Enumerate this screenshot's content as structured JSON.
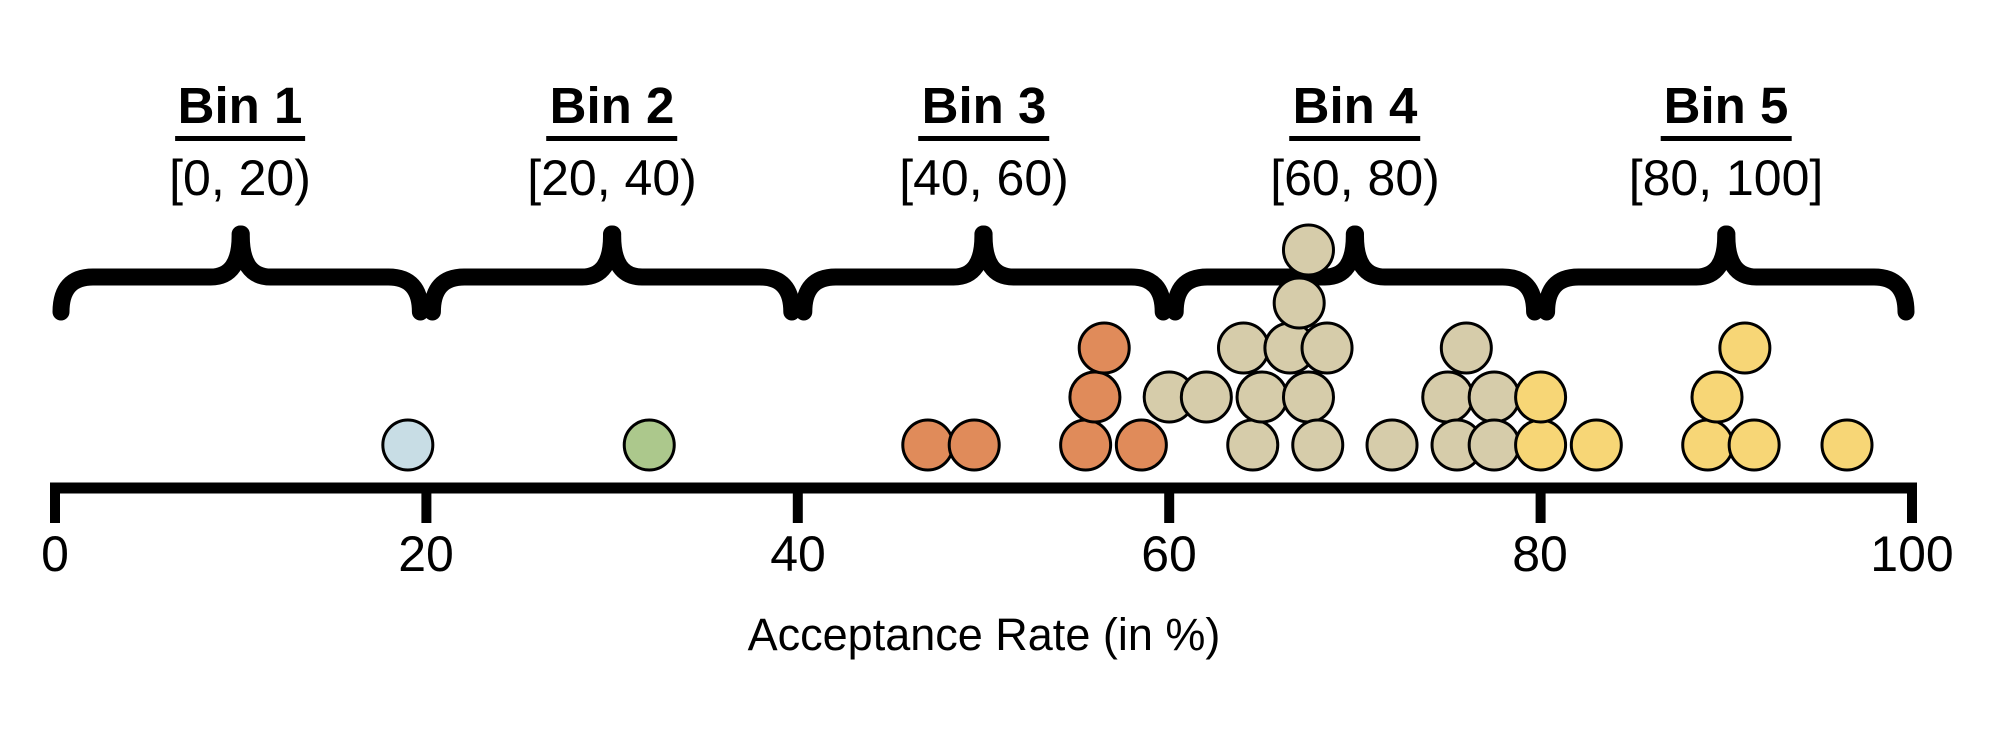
{
  "chart_data": {
    "type": "scatter",
    "variant": "stacked-dot-strip-plot",
    "title": "",
    "xlabel": "Acceptance Rate (in %)",
    "background_color": "#ffffff",
    "axis_color": "#000000",
    "dot_outline_color": "#000000",
    "x_axis": {
      "min": 0,
      "max": 100,
      "tick_values": [
        0,
        20,
        40,
        60,
        80,
        100
      ],
      "tick_labels": [
        "0",
        "20",
        "40",
        "60",
        "80",
        "100"
      ]
    },
    "bins": [
      {
        "name": "Bin 1",
        "range_label": "[0, 20)",
        "start": 0,
        "end": 20,
        "color": "#c8dde5",
        "count": 1
      },
      {
        "name": "Bin 2",
        "range_label": "[20, 40)",
        "start": 20,
        "end": 40,
        "color": "#acc88c",
        "count": 1
      },
      {
        "name": "Bin 3",
        "range_label": "[40, 60)",
        "start": 40,
        "end": 60,
        "color": "#e08b5a",
        "count": 6
      },
      {
        "name": "Bin 4",
        "range_label": "[60, 80)",
        "start": 60,
        "end": 80,
        "color": "#d6ccaa",
        "count": 17
      },
      {
        "name": "Bin 5",
        "range_label": "[80, 100]",
        "start": 80,
        "end": 100,
        "color": "#f7d676",
        "count": 8
      }
    ],
    "points": [
      {
        "value": 19,
        "stack": 0,
        "bin": 1
      },
      {
        "value": 32,
        "stack": 0,
        "bin": 2
      },
      {
        "value": 47,
        "stack": 0,
        "bin": 3
      },
      {
        "value": 49.5,
        "stack": 0,
        "bin": 3
      },
      {
        "value": 55.5,
        "stack": 0,
        "bin": 3
      },
      {
        "value": 56,
        "stack": 1,
        "bin": 3
      },
      {
        "value": 56.5,
        "stack": 2,
        "bin": 3
      },
      {
        "value": 58.5,
        "stack": 0,
        "bin": 3
      },
      {
        "value": 60,
        "stack": 1,
        "bin": 4
      },
      {
        "value": 62,
        "stack": 1,
        "bin": 4
      },
      {
        "value": 64,
        "stack": 2,
        "bin": 4
      },
      {
        "value": 64.5,
        "stack": 0,
        "bin": 4
      },
      {
        "value": 65,
        "stack": 1,
        "bin": 4
      },
      {
        "value": 66.5,
        "stack": 2,
        "bin": 4
      },
      {
        "value": 67,
        "stack": 3,
        "bin": 4
      },
      {
        "value": 67.5,
        "stack": 4,
        "bin": 4
      },
      {
        "value": 67.5,
        "stack": 1,
        "bin": 4
      },
      {
        "value": 68,
        "stack": 0,
        "bin": 4
      },
      {
        "value": 68.5,
        "stack": 2,
        "bin": 4
      },
      {
        "value": 72,
        "stack": 0,
        "bin": 4
      },
      {
        "value": 75,
        "stack": 1,
        "bin": 4
      },
      {
        "value": 75.5,
        "stack": 0,
        "bin": 4
      },
      {
        "value": 76,
        "stack": 2,
        "bin": 4
      },
      {
        "value": 77.5,
        "stack": 1,
        "bin": 4
      },
      {
        "value": 77.5,
        "stack": 0,
        "bin": 4
      },
      {
        "value": 80,
        "stack": 0,
        "bin": 5
      },
      {
        "value": 80,
        "stack": 1,
        "bin": 5
      },
      {
        "value": 83,
        "stack": 0,
        "bin": 5
      },
      {
        "value": 89,
        "stack": 0,
        "bin": 5
      },
      {
        "value": 89.5,
        "stack": 1,
        "bin": 5
      },
      {
        "value": 91,
        "stack": 2,
        "bin": 5
      },
      {
        "value": 91.5,
        "stack": 0,
        "bin": 5
      },
      {
        "value": 96.5,
        "stack": 0,
        "bin": 5
      }
    ]
  }
}
